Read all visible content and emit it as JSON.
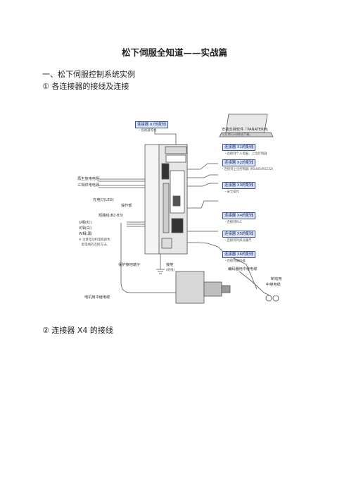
{
  "doc": {
    "title": "松下伺服全知道——实战篇",
    "section1": "一、松下伺服控制系统实例",
    "subsection1": "① 各连接器的接线及连接",
    "subsection2": "② 连接器 X4 的接线"
  },
  "diagram": {
    "connectors": [
      {
        "header": "连接器 X7的配线",
        "sub": "・监视器等会"
      },
      {
        "header": "连接器 X1的配线",
        "sub": "・连接到个人电脑、上位控制器"
      },
      {
        "header": "连接器 X2的配线",
        "sub": "・连接到上位控制器 (RS485/RS232)"
      },
      {
        "header": "连接器 X3的配线",
        "sub": "・安全操作"
      },
      {
        "header": "连接器 X4的配线",
        "sub": "・连接到PLC"
      },
      {
        "header": "连接器 X5的配线",
        "sub": "・连接到外部光栅尺"
      },
      {
        "header": "连接器 X6的配线",
        "sub": "・连接到编码器"
      }
    ],
    "software_label": "安装支持软件「PANATERM」",
    "software_sub": "可从本公司网站下载。",
    "left_labels": {
      "reg_res": "再生放电电阻",
      "three_phase": "三相供电电源",
      "charge_lamp": "充电灯(LED)",
      "op_panel": "操作部",
      "reactor": "短路线(B2-B3)",
      "u_phase": "U相(红)",
      "v_phase": "V相(白)",
      "w_phase": "W相(黑)",
      "note_line1": "※ 注意电动机电缆颜色",
      "note_line2": "配电线的连接方法。",
      "protect_gnd": "保护接地端子",
      "ground": "接地",
      "ground_sub": "(地线)",
      "motor_cable": "电机用中继电缆"
    },
    "right_labels": {
      "encoder_cable": "编码器用中继电缆",
      "brake": "制动用",
      "brake_sub": "中继电缆"
    }
  }
}
